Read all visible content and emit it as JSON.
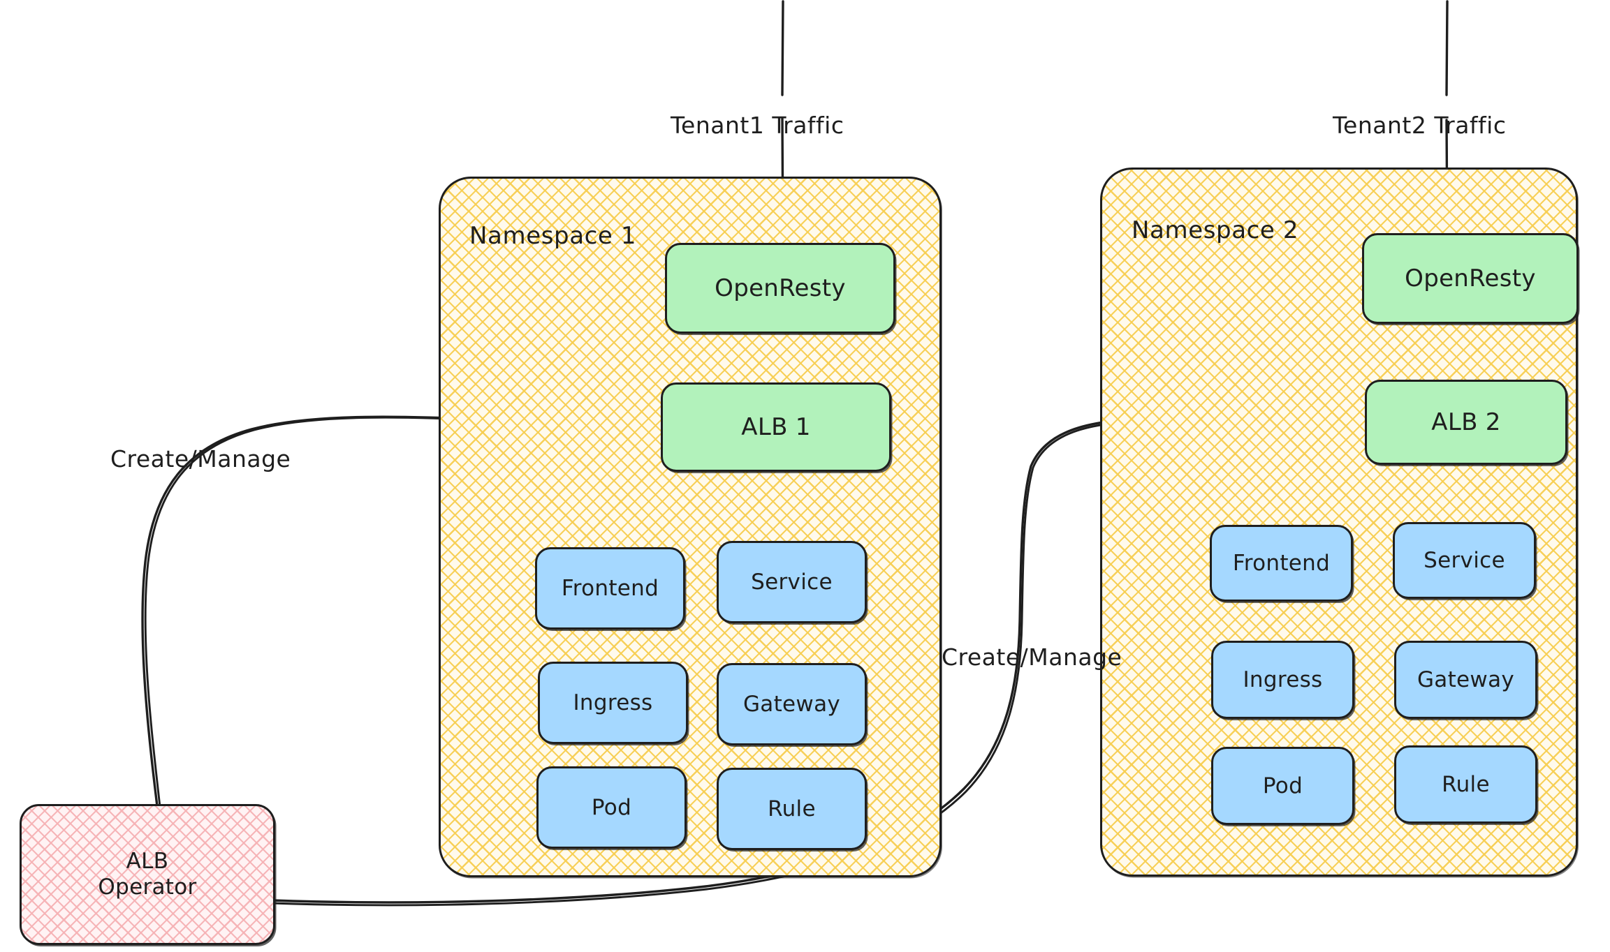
{
  "diagram": {
    "title": "ALB multi-tenant namespace architecture",
    "style": "hand-drawn",
    "background": "#ffffff",
    "colors": {
      "namespace_fill": "#f7ce51",
      "namespace_bg": "#fffaec",
      "green_box": "#b2f2bb",
      "blue_box": "#a5d8ff",
      "operator_fill": "#f6b2b5",
      "operator_bg": "#fff3f4",
      "stroke": "#1e1e1e"
    }
  },
  "traffic_labels": [
    {
      "id": "tenant1",
      "text": "Tenant1 Traffic"
    },
    {
      "id": "tenant2",
      "text": "Tenant2 Traffic"
    }
  ],
  "namespaces": [
    {
      "id": "ns1",
      "title": "Namespace 1",
      "gateway": {
        "label": "OpenResty"
      },
      "alb": {
        "label": "ALB 1"
      },
      "resources": [
        {
          "label": "Frontend"
        },
        {
          "label": "Service"
        },
        {
          "label": "Ingress"
        },
        {
          "label": "Gateway"
        },
        {
          "label": "Pod"
        },
        {
          "label": "Rule"
        }
      ]
    },
    {
      "id": "ns2",
      "title": "Namespace 2",
      "gateway": {
        "label": "OpenResty"
      },
      "alb": {
        "label": "ALB 2"
      },
      "resources": [
        {
          "label": "Frontend"
        },
        {
          "label": "Service"
        },
        {
          "label": "Ingress"
        },
        {
          "label": "Gateway"
        },
        {
          "label": "Pod"
        },
        {
          "label": "Rule"
        }
      ]
    }
  ],
  "operator": {
    "label": "ALB\nOperator"
  },
  "edges": [
    {
      "id": "op-to-alb1",
      "label": "Create/Manage",
      "from": "ALB Operator",
      "to": "ALB 1"
    },
    {
      "id": "op-to-alb2",
      "label": "Create/Manage",
      "from": "ALB Operator",
      "to": "ALB 2"
    },
    {
      "id": "alb1-to-openresty1",
      "label": "",
      "from": "ALB 1",
      "to": "OpenResty"
    },
    {
      "id": "alb2-to-openresty2",
      "label": "",
      "from": "ALB 2",
      "to": "OpenResty"
    },
    {
      "id": "tenant1-in",
      "label": "Tenant1 Traffic",
      "from": "external",
      "to": "OpenResty"
    },
    {
      "id": "tenant2-in",
      "label": "Tenant2 Traffic",
      "from": "external",
      "to": "OpenResty"
    }
  ]
}
